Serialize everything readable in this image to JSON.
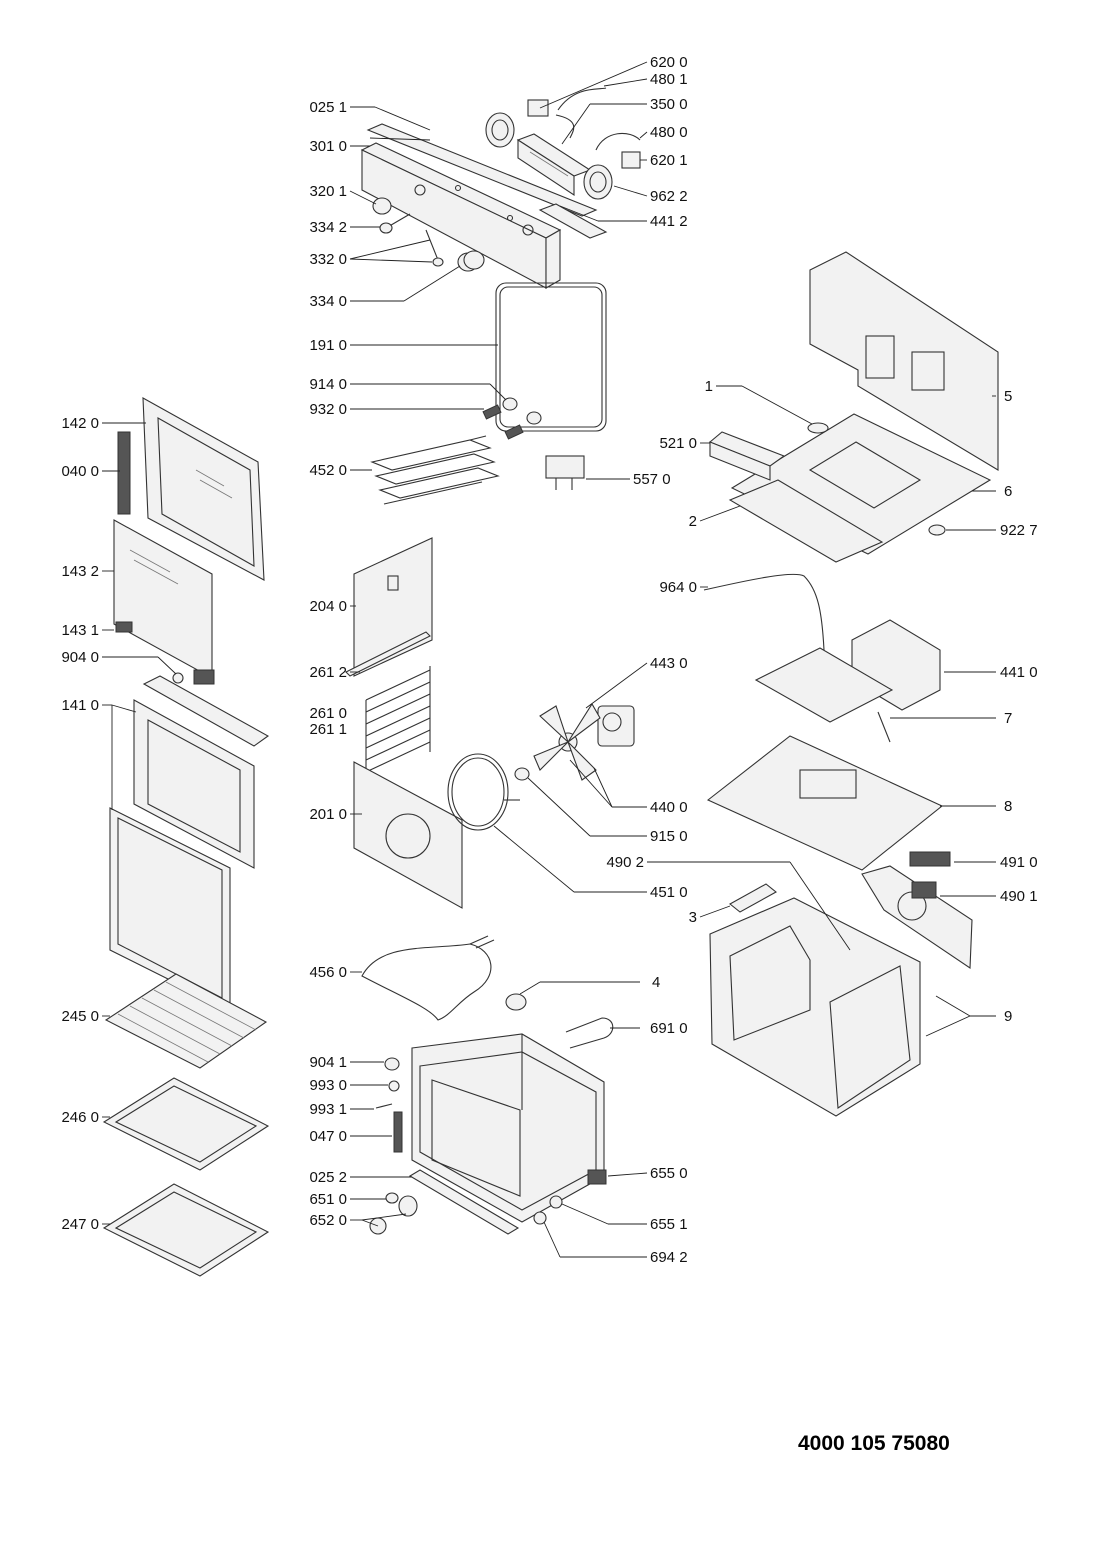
{
  "document_number": "4000 105 75080",
  "callouts": {
    "p620_0": "620 0",
    "p480_1": "480 1",
    "p350_0": "350 0",
    "p480_0": "480 0",
    "p620_1": "620 1",
    "p962_2": "962 2",
    "p441_2": "441 2",
    "p025_1": "025 1",
    "p301_0": "301 0",
    "p320_1": "320 1",
    "p334_2": "334 2",
    "p332_0": "332 0",
    "p334_0": "334 0",
    "p191_0": "191 0",
    "p914_0": "914 0",
    "p932_0": "932 0",
    "p452_0": "452 0",
    "p557_0": "557 0",
    "p142_0": "142 0",
    "p040_0": "040 0",
    "p143_2": "143 2",
    "p143_1": "143 1",
    "p904_0": "904 0",
    "p141_0": "141 0",
    "p521_0": "521 0",
    "p1": "1",
    "p2": "2",
    "p5": "5",
    "p6": "6",
    "p922_7": "922 7",
    "p204_0": "204 0",
    "p261_2": "261 2",
    "p261_0": "261 0",
    "p261_1": "261 1",
    "p964_0": "964 0",
    "p443_0": "443 0",
    "p441_0": "441 0",
    "p7": "7",
    "p201_0": "201 0",
    "p440_0": "440 0",
    "p915_0": "915 0",
    "p451_0": "451 0",
    "p8": "8",
    "p490_2": "490 2",
    "p491_0": "491 0",
    "p490_1": "490 1",
    "p3": "3",
    "p456_0": "456 0",
    "p4": "4",
    "p691_0": "691 0",
    "p9": "9",
    "p245_0": "245 0",
    "p246_0": "246 0",
    "p247_0": "247 0",
    "p904_1": "904 1",
    "p993_0": "993 0",
    "p993_1": "993 1",
    "p047_0": "047 0",
    "p025_2": "025 2",
    "p651_0": "651 0",
    "p652_0": "652 0",
    "p655_0": "655 0",
    "p655_1": "655 1",
    "p694_2": "694 2"
  }
}
